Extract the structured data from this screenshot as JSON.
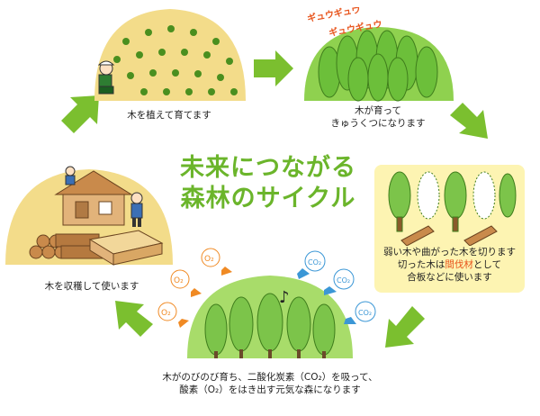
{
  "title": {
    "line1": "未来につながる",
    "line2": "森林のサイクル"
  },
  "stages": {
    "plant": {
      "caption": "木を植えて育てます"
    },
    "crowded": {
      "caption_line1": "木が育って",
      "caption_line2": "きゅうくつになります",
      "sound1": "ギュウギュウ",
      "sound2": "ギュウギュウ"
    },
    "thin": {
      "line1": "弱い木や曲がった木を切ります",
      "line2_pre": "切った木は",
      "line2_highlight": "間伐材",
      "line2_post": "として",
      "line3": "合板などに使います"
    },
    "healthy": {
      "caption_line1": "木がのびのび育ち、二酸化炭素（CO₂）を吸って、",
      "caption_line2": "酸素（O₂）をはき出す元気な森になります",
      "co2": "CO₂",
      "o2": "O₂"
    },
    "harvest": {
      "caption": "木を収穫して使います"
    }
  },
  "colors": {
    "title_green": "#6bb52b",
    "arrow_green": "#7bbf2f",
    "highlight": "#e8541c",
    "co2_blue": "#3b97d6",
    "o2_orange": "#f08a24",
    "panel_yellow": "#fdf4b2",
    "ground": "#f3dc8a"
  }
}
